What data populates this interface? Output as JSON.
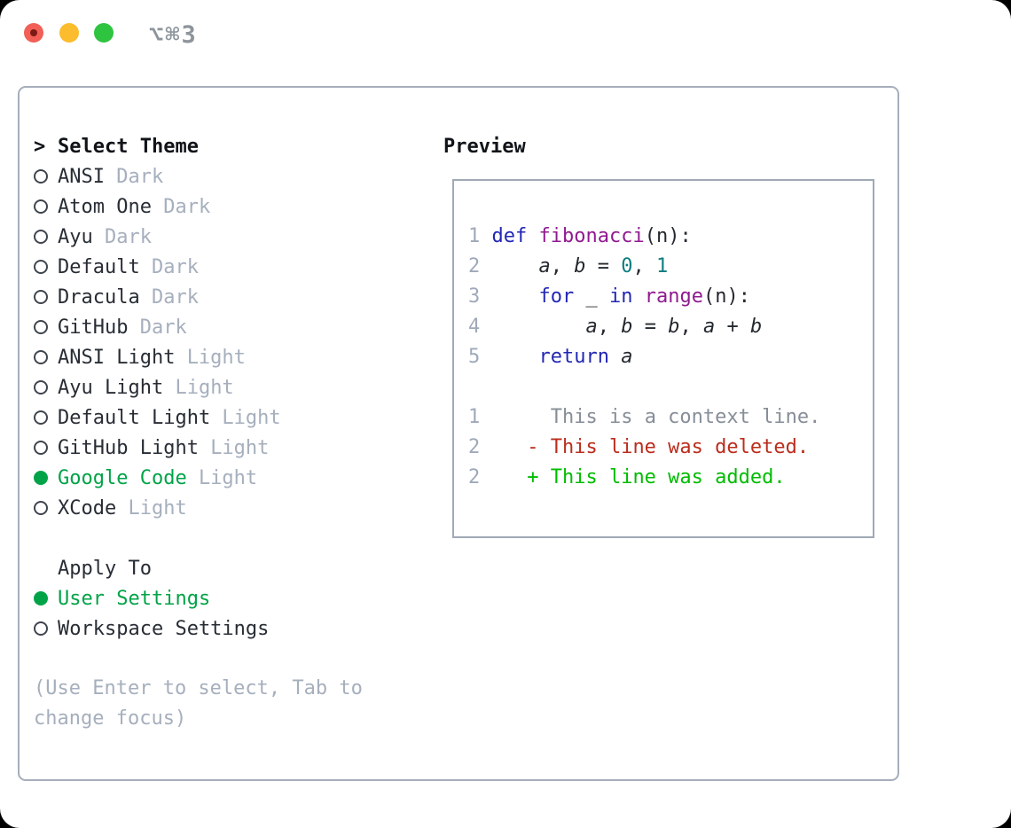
{
  "window": {
    "title": "⌥⌘3",
    "traffic_lights": [
      "close",
      "minimize",
      "zoom"
    ]
  },
  "colors": {
    "select_green": "#00a347",
    "keyword_blue": "#2227b3",
    "function_purple": "#901a90",
    "number_teal": "#0d7d7d",
    "deleted_red": "#bb2d1d",
    "added_green": "#00bc00",
    "muted_gray": "#a6afbd",
    "panel_border": "#a6aebc"
  },
  "panel": {
    "select_theme": {
      "prompt": ">",
      "label": "Select Theme"
    },
    "themes": [
      {
        "name": "ANSI",
        "variant": "Dark",
        "selected": false
      },
      {
        "name": "Atom One",
        "variant": "Dark",
        "selected": false
      },
      {
        "name": "Ayu",
        "variant": "Dark",
        "selected": false
      },
      {
        "name": "Default",
        "variant": "Dark",
        "selected": false
      },
      {
        "name": "Dracula",
        "variant": "Dark",
        "selected": false
      },
      {
        "name": "GitHub",
        "variant": "Dark",
        "selected": false
      },
      {
        "name": "ANSI Light",
        "variant": "Light",
        "selected": false
      },
      {
        "name": "Ayu Light",
        "variant": "Light",
        "selected": false
      },
      {
        "name": "Default Light",
        "variant": "Light",
        "selected": false
      },
      {
        "name": "GitHub Light",
        "variant": "Light",
        "selected": false
      },
      {
        "name": "Google Code",
        "variant": "Light",
        "selected": true
      },
      {
        "name": "XCode",
        "variant": "Light",
        "selected": false
      }
    ],
    "apply_to": {
      "label": "Apply To",
      "options": [
        {
          "name": "User Settings",
          "selected": true
        },
        {
          "name": "Workspace Settings",
          "selected": false
        }
      ]
    },
    "hint_line1": "(Use Enter to select, Tab to",
    "hint_line2": "change focus)",
    "preview": {
      "label": "Preview",
      "lines": [
        [
          {
            "c": "n",
            "t": "1"
          },
          {
            "c": "t",
            "t": " "
          },
          {
            "c": "kw",
            "t": "def"
          },
          {
            "c": "t",
            "t": " "
          },
          {
            "c": "fn",
            "t": "fibonacci"
          },
          {
            "c": "t",
            "t": "(n):"
          }
        ],
        [
          {
            "c": "n",
            "t": "2"
          },
          {
            "c": "t",
            "t": "     "
          },
          {
            "c": "v",
            "t": "a"
          },
          {
            "c": "t",
            "t": ", "
          },
          {
            "c": "v",
            "t": "b"
          },
          {
            "c": "t",
            "t": " = "
          },
          {
            "c": "nm",
            "t": "0"
          },
          {
            "c": "t",
            "t": ", "
          },
          {
            "c": "nm",
            "t": "1"
          }
        ],
        [
          {
            "c": "n",
            "t": "3"
          },
          {
            "c": "t",
            "t": "     "
          },
          {
            "c": "kw",
            "t": "for"
          },
          {
            "c": "t",
            "t": " _ "
          },
          {
            "c": "kw",
            "t": "in"
          },
          {
            "c": "t",
            "t": " "
          },
          {
            "c": "fn",
            "t": "range"
          },
          {
            "c": "t",
            "t": "(n):"
          }
        ],
        [
          {
            "c": "n",
            "t": "4"
          },
          {
            "c": "t",
            "t": "         "
          },
          {
            "c": "v",
            "t": "a"
          },
          {
            "c": "t",
            "t": ", "
          },
          {
            "c": "v",
            "t": "b"
          },
          {
            "c": "t",
            "t": " = "
          },
          {
            "c": "v",
            "t": "b"
          },
          {
            "c": "t",
            "t": ", "
          },
          {
            "c": "v",
            "t": "a"
          },
          {
            "c": "t",
            "t": " + "
          },
          {
            "c": "v",
            "t": "b"
          }
        ],
        [
          {
            "c": "n",
            "t": "5"
          },
          {
            "c": "t",
            "t": "     "
          },
          {
            "c": "kw",
            "t": "return"
          },
          {
            "c": "t",
            "t": " "
          },
          {
            "c": "v",
            "t": "a"
          }
        ],
        [],
        [
          {
            "c": "n",
            "t": "1"
          },
          {
            "c": "t",
            "t": "      "
          },
          {
            "c": "ctx",
            "t": "This is a context line."
          }
        ],
        [
          {
            "c": "n",
            "t": "2"
          },
          {
            "c": "t",
            "t": "    "
          },
          {
            "c": "del",
            "t": "- This line was deleted."
          }
        ],
        [
          {
            "c": "n",
            "t": "2"
          },
          {
            "c": "t",
            "t": "    "
          },
          {
            "c": "add",
            "t": "+ This line was added."
          }
        ]
      ]
    }
  }
}
